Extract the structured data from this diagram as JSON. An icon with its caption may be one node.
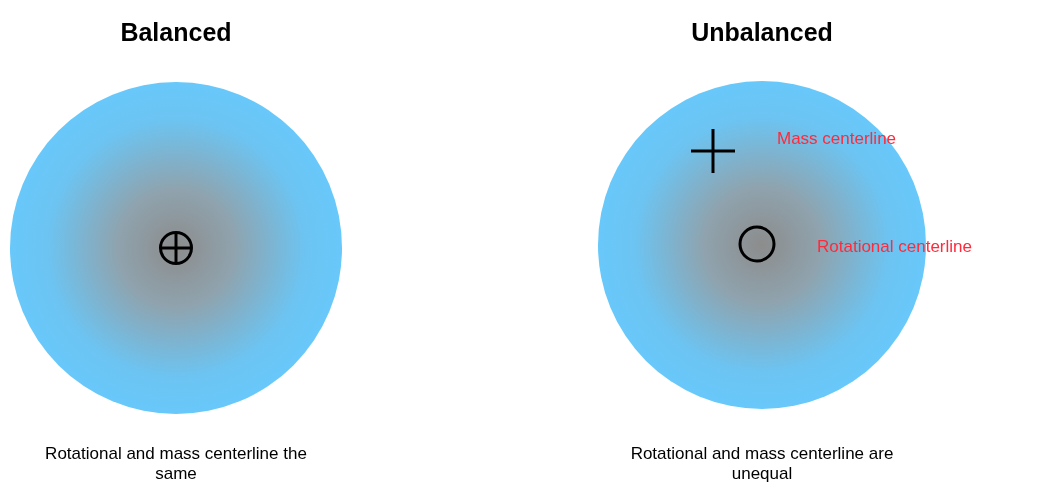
{
  "diagram": {
    "nodes": [
      {
        "text": [
          "Balanced"
        ],
        "beside": [
          "Rotational and mass centerline the same"
        ]
      },
      {
        "text": [
          "Unbalanced"
        ],
        "beside": [
          "Rotational and mass centerline are unequal"
        ]
      }
    ],
    "labels": [
      "Mass centerline",
      "Rotational centerline"
    ]
  }
}
